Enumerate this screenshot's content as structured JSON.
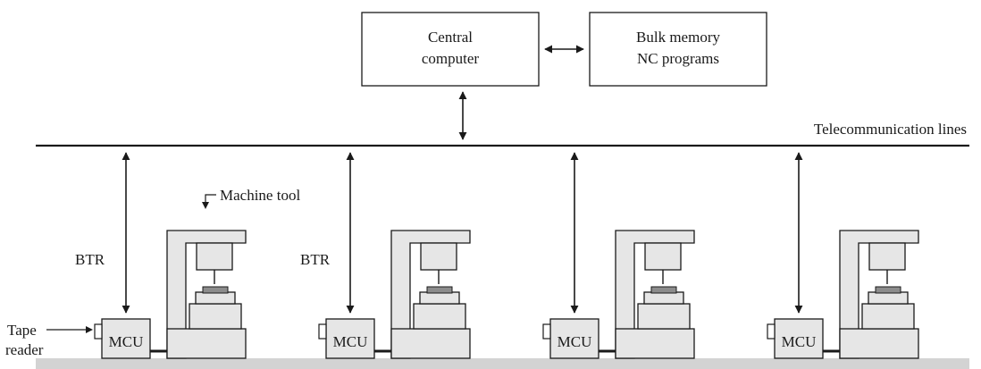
{
  "central_computer": [
    "Central",
    "computer"
  ],
  "bulk_memory": [
    "Bulk memory",
    "NC programs"
  ],
  "telecom_label": "Telecommunication lines",
  "machine_tool_label": "Machine tool",
  "btr_label": "BTR",
  "mcu_label": "MCU",
  "tape_reader_label": [
    "Tape",
    "reader"
  ],
  "colors": {
    "machine_fill": "#e6e6e6",
    "workpiece_fill": "#8c8c8c",
    "floor": "#d3d3d3",
    "line": "#1a1a1a"
  }
}
